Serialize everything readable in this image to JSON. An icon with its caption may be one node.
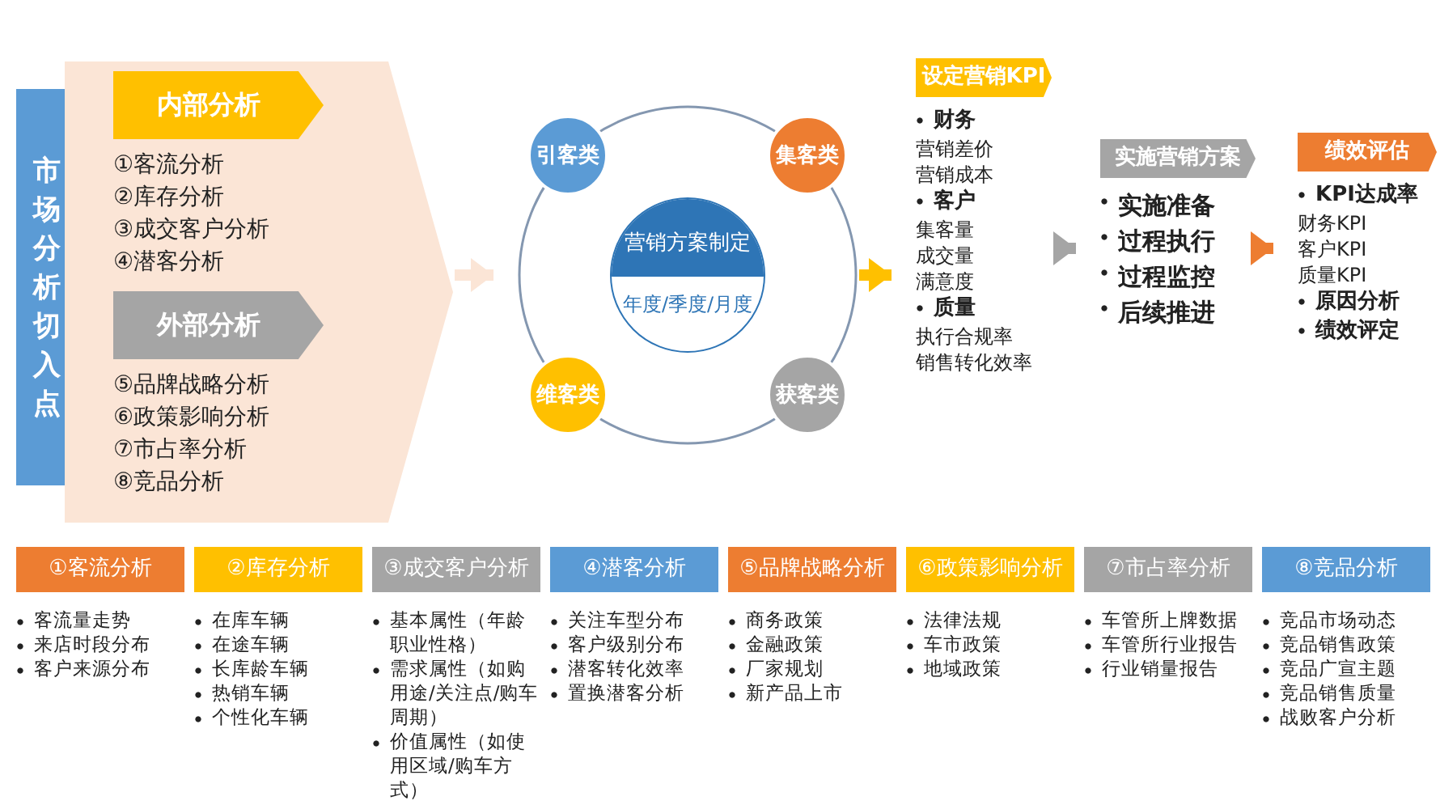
{
  "diagram": {
    "nodes": [
      {
        "text": [
          "市场分析切入点"
        ]
      },
      {
        "text": [],
        "shape": "chevron"
      },
      {
        "text": [
          "内部分析",
          "①客流分析",
          "②库存分析",
          "③成交客户分析",
          "④潜客分析"
        ],
        "in": 1
      },
      {
        "text": [
          "外部分析",
          "⑤品牌战略分析",
          "⑥政策影响分析",
          "⑦市占率分析",
          "⑧竞品分析"
        ],
        "in": 1
      },
      {
        "text": [],
        "shape": "circle"
      },
      {
        "text": [
          "引客类"
        ],
        "in": 4
      },
      {
        "text": [
          "集客类"
        ],
        "in": 4
      },
      {
        "text": [
          "营销方案制定",
          "年度/季度/月度"
        ],
        "in": 4
      },
      {
        "text": [
          "维客类"
        ],
        "in": 4
      },
      {
        "text": [
          "获客类"
        ],
        "in": 4
      },
      {
        "text": [
          "设定营销KPI",
          "财务",
          "营销差价",
          "营销成本",
          "客户",
          "集客量",
          "成交量",
          "满意度",
          "质量",
          "执行合规率",
          "销售转化效率"
        ]
      },
      {
        "text": [
          "实施营销方案",
          "实施准备",
          "过程执行",
          "过程监控",
          "后续推进"
        ]
      },
      {
        "text": [
          "绩效评估",
          "KPI达成率",
          "财务KPI",
          "客户KPI",
          "质量KPI",
          "原因分析",
          "绩效评定"
        ]
      },
      {
        "text": [
          "①客流分析",
          "客流量走势",
          "来店时段分布",
          "客户来源分布"
        ]
      },
      {
        "text": [
          "②库存分析",
          "在库车辆",
          "在途车辆",
          "长库龄车辆",
          "热销车辆",
          "个性化车辆"
        ]
      },
      {
        "text": [
          "③成交客户分析",
          "基本属性（年龄职业性格）",
          "需求属性（如购用途/关注点/购车周期）",
          "价值属性（如使用区域/购车方式）"
        ]
      },
      {
        "text": [
          "④潜客分析",
          "关注车型分布",
          "客户级别分布",
          "潜客转化效率",
          "置换潜客分析"
        ]
      },
      {
        "text": [
          "⑤品牌战略分析",
          "商务政策",
          "金融政策",
          "厂家规划",
          "新产品上市"
        ]
      },
      {
        "text": [
          "⑥政策影响分析",
          "法律法规",
          "车市政策",
          "地域政策"
        ]
      },
      {
        "text": [
          "⑦市占率分析",
          "车管所上牌数据",
          "车管所行业报告",
          "行业销量报告"
        ]
      },
      {
        "text": [
          "⑧竞品分析",
          "竞品市场动态",
          "竞品销售政策",
          "竞品广宣主题",
          "竞品销售质量",
          "战败客户分析"
        ]
      }
    ],
    "edges": [
      {
        "from": 1,
        "to": 4,
        "arrow": "to",
        "color": "#fbe5d6"
      },
      {
        "from": 4,
        "to": 10,
        "arrow": "to",
        "color": "#ffc000"
      },
      {
        "from": 10,
        "to": 11,
        "arrow": "to",
        "color": "#a5a5a5"
      },
      {
        "from": 11,
        "to": 12,
        "arrow": "to",
        "color": "#ed7d31"
      }
    ]
  }
}
